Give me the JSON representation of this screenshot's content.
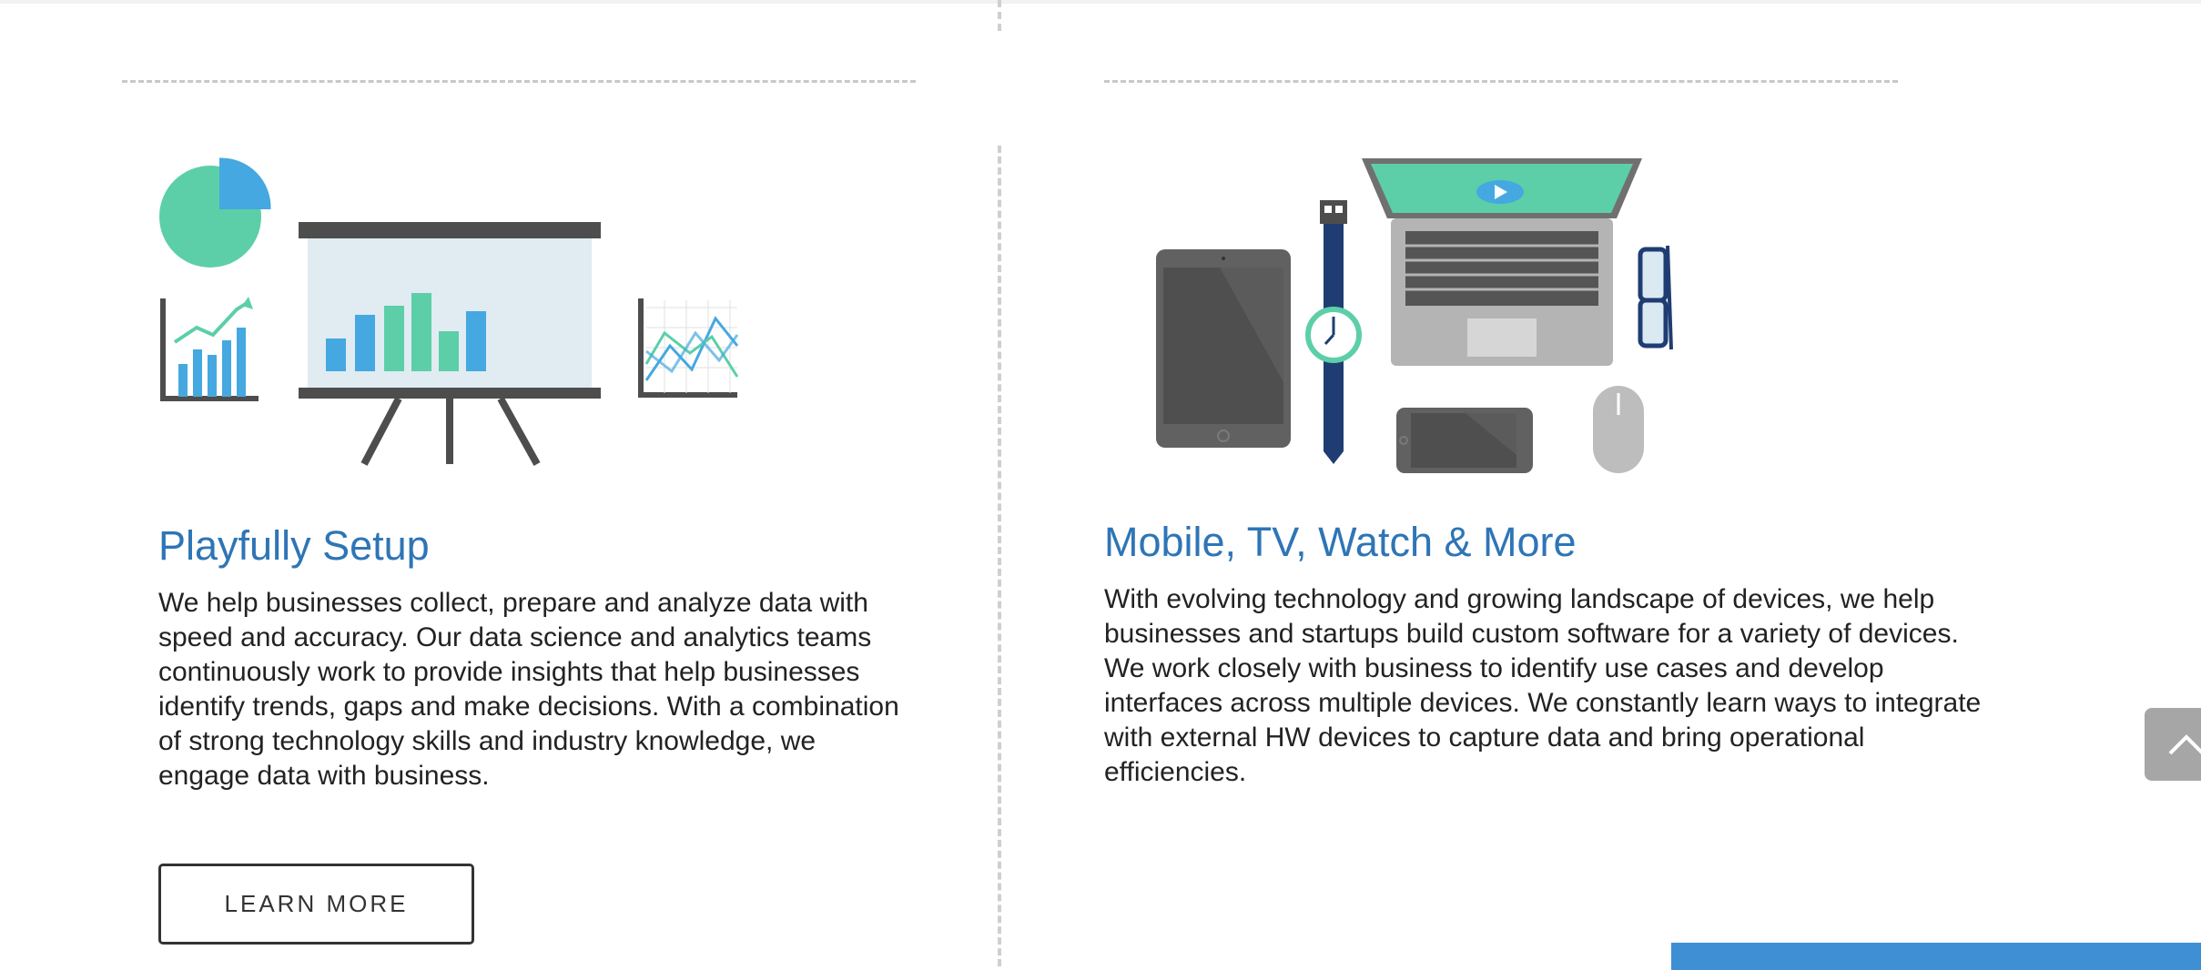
{
  "features": [
    {
      "title": "Playfully Setup",
      "description": "We help businesses collect, prepare and analyze data with speed and accuracy. Our data science and analytics teams continuously work to provide insights that help businesses identify trends, gaps and make decisions. With a combination of strong technology skills and industry knowledge, we engage data with business.",
      "button_label": "LEARN MORE",
      "illustration": "analytics-presentation-illustration"
    },
    {
      "title": "Mobile, TV, Watch & More",
      "description": "With evolving technology and growing landscape of devices, we help businesses and startups build custom software for a variety of devices. We work closely with business to identify use cases and develop interfaces across multiple devices. We constantly learn ways to integrate with external HW devices to capture data and bring operational efficiencies.",
      "illustration": "devices-illustration"
    }
  ],
  "scroll_top_icon": "chevron-up-icon",
  "colors": {
    "title": "#2e75b6",
    "accent_green": "#5ccfa8",
    "accent_blue": "#45a8e0",
    "dark_gray": "#4d4d4d",
    "bar_blue": "#3f8fd5"
  }
}
